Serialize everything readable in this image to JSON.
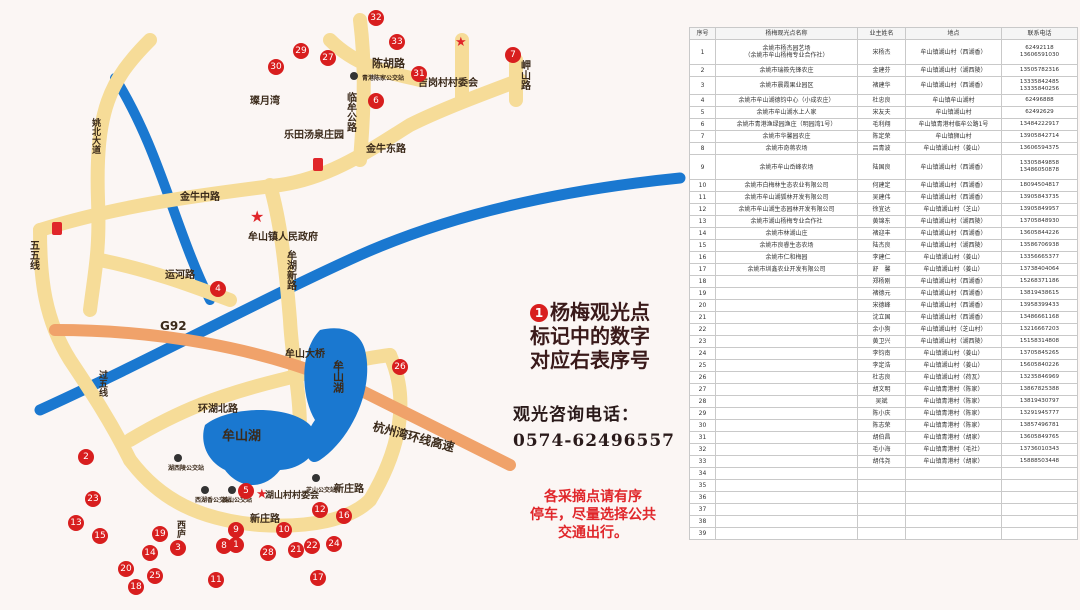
{
  "map": {
    "places": {
      "chenhu_rd": "陈胡路",
      "linmou_rd": "临牟公路",
      "qingfeng_stop": "青港陈家公交站",
      "jinniu_east": "金牛东路",
      "jigang_village": "吉岗村村委会",
      "meishan_rd": "岬山路",
      "canyue_bay": "璨月湾",
      "letian": "乐田汤泉庄园",
      "yaobei": "姚北大道",
      "jinniu_mid": "金牛中路",
      "mushan_gov": "牟山镇人民政府",
      "wuwu_line": "五五线",
      "yunhe_rd": "运河路",
      "mouhu_new": "牟湖新路",
      "g92": "G92",
      "moushan_bridge": "牟山大桥",
      "moushan_lake_n": "牟山湖",
      "huanhu_n": "环湖北路",
      "guowu_line": "过五线",
      "moushan_lake": "牟山湖",
      "hangzhou_ring": "杭州湾环线高速",
      "huxi_stop": "湖西陵公交站",
      "xihu_stop": "西湖香公交站",
      "jiangshan_stop": "姜山公交站",
      "xilu": "西庐",
      "huishan_village": "湖山村村委会",
      "xinzhuang_rd1": "新庄路",
      "xinzhuang_rd2": "新庄路",
      "zhishan_stop": "芝山公交站"
    },
    "markers": [
      "1",
      "2",
      "3",
      "4",
      "5",
      "6",
      "7",
      "8",
      "9",
      "10",
      "11",
      "12",
      "13",
      "14",
      "15",
      "16",
      "17",
      "18",
      "19",
      "20",
      "21",
      "22",
      "23",
      "24",
      "25",
      "26",
      "27",
      "28",
      "29",
      "30",
      "31",
      "32",
      "33"
    ],
    "legend_number": "1",
    "legend_text": [
      "杨梅观光点",
      "标记中的数字",
      "对应右表序号"
    ],
    "hotline_label": "观光咨询电话：",
    "hotline_number": "0574-62496557",
    "notice": [
      "各采摘点请有序",
      "停车，尽量选择公共",
      "交通出行。"
    ],
    "colors": {
      "road": "#f6dc98",
      "river": "#1a78d0",
      "marker": "#d81e1e",
      "highway": "#f0a26a",
      "star": "#e0262a"
    }
  },
  "table": {
    "headers": [
      "序号",
      "杨梅观光点名称",
      "业主姓名",
      "地点",
      "联系电话"
    ],
    "rows": [
      {
        "no": "1",
        "name": [
          "余姚市杨杰园艺场",
          "（余姚市牟山杨梅专业合作社）"
        ],
        "owner": "宋杨杰",
        "loc": "牟山镇湖山村（西湖香）",
        "phone": [
          "62492118",
          "13606591030"
        ]
      },
      {
        "no": "2",
        "name": [
          "余姚市瑞筱先锋农庄"
        ],
        "owner": "金建芬",
        "loc": "牟山镇湖山村（湖西陵）",
        "phone": [
          "13505782316"
        ]
      },
      {
        "no": "3",
        "name": [
          "余姚市晨霞果业园区"
        ],
        "owner": "褚建华",
        "loc": "牟山镇湖山村（西湖香）",
        "phone": [
          "13335842485",
          "13335840256"
        ]
      },
      {
        "no": "4",
        "name": [
          "余姚市牟山湖德钧中心（小成农庄）"
        ],
        "owner": "杜忠良",
        "loc": "牟山镇牟山湖村",
        "phone": [
          "62496888"
        ]
      },
      {
        "no": "5",
        "name": [
          "余姚市牟山湖水上人家"
        ],
        "owner": "宋友夫",
        "loc": "牟山镇湖山村",
        "phone": [
          "62492629"
        ]
      },
      {
        "no": "6",
        "name": [
          "余姚市青港渔绿园渔庄（明园湾1号）"
        ],
        "owner": "毛利翔",
        "loc": "牟山镇青港村临牟公路1号",
        "phone": [
          "13484222917"
        ]
      },
      {
        "no": "7",
        "name": [
          "余姚市华馨园农庄"
        ],
        "owner": "陈定荣",
        "loc": "牟山镇狮山村",
        "phone": [
          "13905842714"
        ]
      },
      {
        "no": "8",
        "name": [
          "余姚市奇蒋农场"
        ],
        "owner": "吕青波",
        "loc": "牟山镇湖山村（姜山）",
        "phone": [
          "13606594375"
        ]
      },
      {
        "no": "9",
        "name": [
          "余姚市牟山岙峰农场"
        ],
        "owner": "陆国良",
        "loc": "牟山镇湖山村（西湖香）",
        "phone": [
          "13305849858",
          "13486050878"
        ]
      },
      {
        "no": "10",
        "name": [
          "余姚市白梅林生态农业有限公司"
        ],
        "owner": "何建定",
        "loc": "牟山镇湖山村（西湖香）",
        "phone": [
          "18094504817"
        ]
      },
      {
        "no": "11",
        "name": [
          "余姚市牟山湖狐林开发有限公司"
        ],
        "owner": "吴建伟",
        "loc": "牟山镇湖山村（西湖香）",
        "phone": [
          "13905843735"
        ]
      },
      {
        "no": "12",
        "name": [
          "余姚市牟山湖生态园林开发有限公司"
        ],
        "owner": "徐宜达",
        "loc": "牟山镇湖山村（芝山）",
        "phone": [
          "13905849957"
        ]
      },
      {
        "no": "13",
        "name": [
          "余姚市湖山杨梅专业合作社"
        ],
        "owner": "黄锦东",
        "loc": "牟山镇湖山村（湖西陵）",
        "phone": [
          "13705848930"
        ]
      },
      {
        "no": "14",
        "name": [
          "余姚市林湖山庄"
        ],
        "owner": "褚迎丰",
        "loc": "牟山镇湖山村（西湖香）",
        "phone": [
          "13605844226"
        ]
      },
      {
        "no": "15",
        "name": [
          "余姚市良睿生态农场"
        ],
        "owner": "陆杰良",
        "loc": "牟山镇湖山村（湖西陵）",
        "phone": [
          "13586706938"
        ]
      },
      {
        "no": "16",
        "name": [
          "余姚市仁和梅园"
        ],
        "owner": "李建仁",
        "loc": "牟山镇湖山村（姜山）",
        "phone": [
          "13356665377"
        ]
      },
      {
        "no": "17",
        "name": [
          "余姚市圳鑫农业开发有限公司"
        ],
        "owner": "舒　馨",
        "loc": "牟山镇湖山村（姜山）",
        "phone": [
          "13738404064"
        ]
      },
      {
        "no": "18",
        "name": [
          ""
        ],
        "owner": "郑杨刚",
        "loc": "牟山镇湖山村（西湖香）",
        "phone": [
          "15268371186"
        ]
      },
      {
        "no": "19",
        "name": [
          ""
        ],
        "owner": "褚德元",
        "loc": "牟山镇湖山村（西湖香）",
        "phone": [
          "13819438615"
        ]
      },
      {
        "no": "20",
        "name": [
          ""
        ],
        "owner": "宋德峰",
        "loc": "牟山镇湖山村（西湖香）",
        "phone": [
          "13958399433"
        ]
      },
      {
        "no": "21",
        "name": [
          ""
        ],
        "owner": "沈立国",
        "loc": "牟山镇湖山村（西湖香）",
        "phone": [
          "13486661168"
        ]
      },
      {
        "no": "22",
        "name": [
          ""
        ],
        "owner": "余小狗",
        "loc": "牟山镇湖山村（芝山村）",
        "phone": [
          "13216667203"
        ]
      },
      {
        "no": "23",
        "name": [
          ""
        ],
        "owner": "黄卫兴",
        "loc": "牟山镇湖山村（湖西陵）",
        "phone": [
          "15158314808"
        ]
      },
      {
        "no": "24",
        "name": [
          ""
        ],
        "owner": "李钧南",
        "loc": "牟山镇湖山村（姜山）",
        "phone": [
          "13705845265"
        ]
      },
      {
        "no": "25",
        "name": [
          ""
        ],
        "owner": "李定浩",
        "loc": "牟山镇湖山村（姜山）",
        "phone": [
          "15605840226"
        ]
      },
      {
        "no": "26",
        "name": [
          ""
        ],
        "owner": "杜志良",
        "loc": "牟山镇湖山村（荷瓦）",
        "phone": [
          "13235846969"
        ]
      },
      {
        "no": "27",
        "name": [
          ""
        ],
        "owner": "胡文明",
        "loc": "牟山镇青港村（陈家）",
        "phone": [
          "13867825388"
        ]
      },
      {
        "no": "28",
        "name": [
          ""
        ],
        "owner": "吴斌",
        "loc": "牟山镇青港村（陈家）",
        "phone": [
          "13819430797"
        ]
      },
      {
        "no": "29",
        "name": [
          ""
        ],
        "owner": "陈小庆",
        "loc": "牟山镇青港村（陈家）",
        "phone": [
          "13291945777"
        ]
      },
      {
        "no": "30",
        "name": [
          ""
        ],
        "owner": "陈志荣",
        "loc": "牟山镇青港村（陈家）",
        "phone": [
          "13857496781"
        ]
      },
      {
        "no": "31",
        "name": [
          ""
        ],
        "owner": "胡伯昌",
        "loc": "牟山镇青港村（胡家）",
        "phone": [
          "13605849765"
        ]
      },
      {
        "no": "32",
        "name": [
          ""
        ],
        "owner": "毛小海",
        "loc": "牟山镇青港村（毛社）",
        "phone": [
          "13736010343"
        ]
      },
      {
        "no": "33",
        "name": [
          ""
        ],
        "owner": "胡伟尧",
        "loc": "牟山镇青港村（胡家）",
        "phone": [
          "15888503448"
        ]
      },
      {
        "no": "34",
        "name": [
          ""
        ],
        "owner": "",
        "loc": "",
        "phone": [
          ""
        ]
      },
      {
        "no": "35",
        "name": [
          ""
        ],
        "owner": "",
        "loc": "",
        "phone": [
          ""
        ]
      },
      {
        "no": "36",
        "name": [
          ""
        ],
        "owner": "",
        "loc": "",
        "phone": [
          ""
        ]
      },
      {
        "no": "37",
        "name": [
          ""
        ],
        "owner": "",
        "loc": "",
        "phone": [
          ""
        ]
      },
      {
        "no": "38",
        "name": [
          ""
        ],
        "owner": "",
        "loc": "",
        "phone": [
          ""
        ]
      },
      {
        "no": "39",
        "name": [
          ""
        ],
        "owner": "",
        "loc": "",
        "phone": [
          ""
        ]
      }
    ]
  }
}
